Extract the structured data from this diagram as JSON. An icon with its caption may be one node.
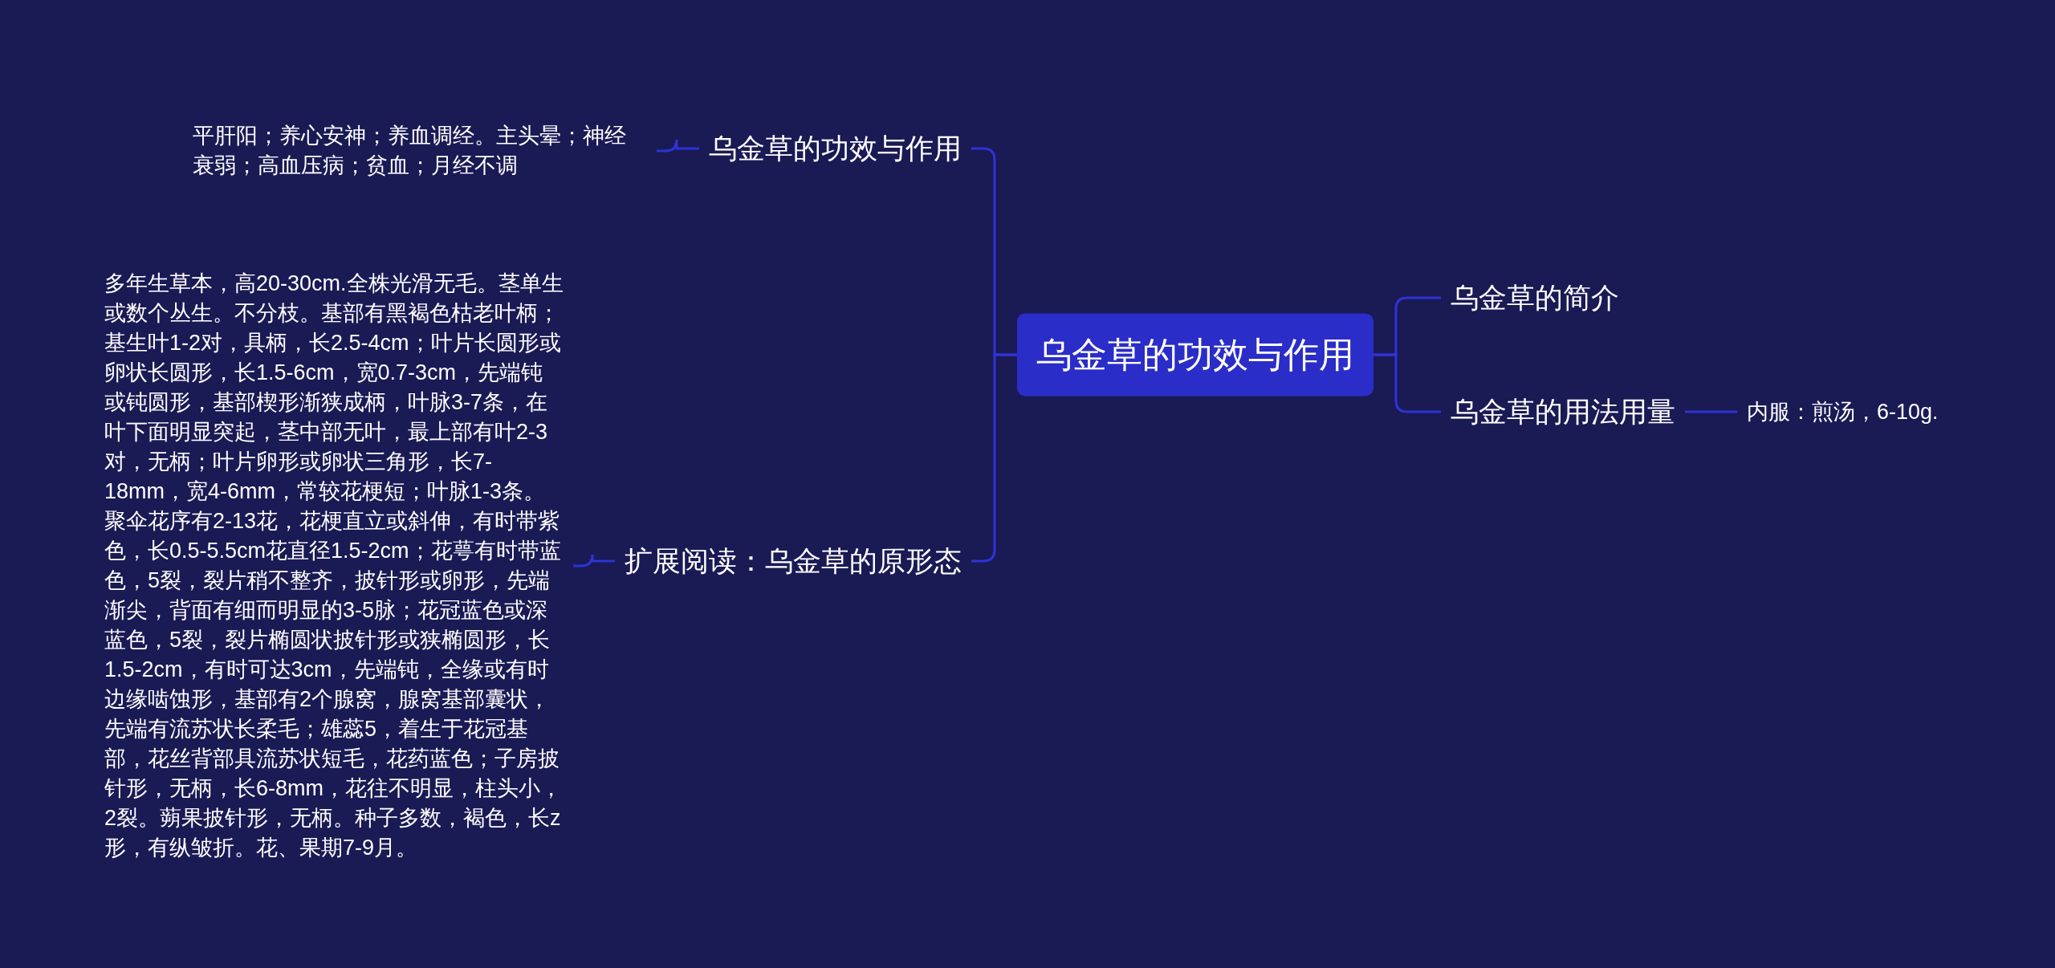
{
  "diagram": {
    "nodes": [
      {
        "text": [
          "乌金草的功效与作用"
        ]
      },
      {
        "text": [
          "乌金草的功效与作用"
        ]
      },
      {
        "text": [
          "平肝阳；养心安神；养血调经。主头晕；神经衰弱；高血压病；贫血；月经不调"
        ]
      },
      {
        "text": [
          "扩展阅读：乌金草的原形态"
        ]
      },
      {
        "text": [
          "多年生草本，高20-30cm.全株光滑无毛。茎单生或数个丛生。不分枝。基部有黑褐色枯老叶柄；基生叶1-2对，具柄，长2.5-4cm；叶片长圆形或卵状长圆形，长1.5-6cm，宽0.7-3cm，先端钝或钝圆形，基部楔形渐狭成柄，叶脉3-7条，在叶下面明显突起，茎中部无叶，最上部有叶2-3对，无柄；叶片卵形或卵状三角形，长7-18mm，宽4-6mm，常较花梗短；叶脉1-3条。聚伞花序有2-13花，花梗直立或斜伸，有时带紫色，长0.5-5.5cm花直径1.5-2cm；花萼有时带蓝色，5裂，裂片稍不整齐，披针形或卵形，先端渐尖，背面有细而明显的3-5脉；花冠蓝色或深蓝色，5裂，裂片椭圆状披针形或狭椭圆形，长1.5-2cm，有时可达3cm，先端钝，全缘或有时边缘啮蚀形，基部有2个腺窝，腺窝基部囊状，先端有流苏状长柔毛；雄蕊5，着生于花冠基部，花丝背部具流苏状短毛，花药蓝色；子房披针形，无柄，长6-8mm，花往不明显，柱头小，2裂。蒴果披针形，无柄。种子多数，褐色，长z形，有纵皱折。花、果期7-9月。"
        ]
      },
      {
        "text": [
          "乌金草的简介"
        ]
      },
      {
        "text": [
          "乌金草的用法用量"
        ]
      },
      {
        "text": [
          "内服：煎汤，6-10g."
        ]
      }
    ],
    "edges": [
      {
        "from": 0,
        "to": 1,
        "arrow": "none"
      },
      {
        "from": 1,
        "to": 2,
        "arrow": "none"
      },
      {
        "from": 0,
        "to": 3,
        "arrow": "none"
      },
      {
        "from": 3,
        "to": 4,
        "arrow": "none"
      },
      {
        "from": 0,
        "to": 5,
        "arrow": "none"
      },
      {
        "from": 0,
        "to": 6,
        "arrow": "none"
      },
      {
        "from": 6,
        "to": 7,
        "arrow": "none"
      }
    ]
  }
}
